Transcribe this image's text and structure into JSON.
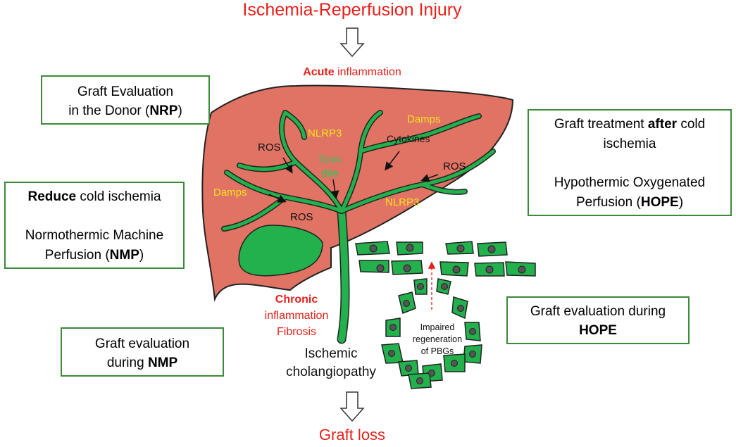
{
  "top_title": "Ischemia-Reperfusion Injury",
  "acute": {
    "bold": "Acute",
    "rest": " inflammation"
  },
  "bottom_title": "Graft loss",
  "boxes": {
    "nrp": {
      "line1": "Graft Evaluation",
      "line2_pre": "in the Donor (",
      "line2_bold": "NRP",
      "line2_post": ")"
    },
    "nmp_reduce": {
      "line1_bold": "Reduce",
      "line1_rest": " cold ischemia",
      "line2": "Normothermic Machine",
      "line3_pre": "Perfusion (",
      "line3_bold": "NMP",
      "line3_post": ")"
    },
    "nmp_eval": {
      "line1": "Graft evaluation",
      "line2_pre": "during ",
      "line2_bold": "NMP"
    },
    "hope_treat": {
      "line1_pre": "Graft treatment ",
      "line1_bold": "after",
      "line1_post": " cold",
      "line2": "ischemia",
      "line3": "Hypothermic Oxygenated",
      "line4_pre": "Perfusion (",
      "line4_bold": "HOPE",
      "line4_post": ")"
    },
    "hope_eval": {
      "line1": "Graft evaluation during",
      "line2_bold": "HOPE"
    }
  },
  "liver_labels": {
    "ros_1": "ROS",
    "nlrp3_1": "NLRP3",
    "damps_1": "Damps",
    "cytokines": "Cytokines",
    "toxic": "Toxic",
    "bile": "Bile",
    "ros_2": "ROS",
    "damps_2": "Damps",
    "ros_3": "ROS",
    "nlrp3_2": "NLRP3"
  },
  "chronic": {
    "bold": "Chronic",
    "line2": "inflammation",
    "line3": "Fibrosis"
  },
  "cholangiopathy": {
    "line1": "Ischemic",
    "line2": "cholangiopathy"
  },
  "pbg": {
    "line1": "Impaired",
    "line2": "regeneration",
    "line3": "of PBGs"
  },
  "colors": {
    "red": "#e8201a",
    "liver": "#e07363",
    "duct": "#22b14c",
    "box_border": "#3a8a3a",
    "yellow": "#f4e11e"
  }
}
